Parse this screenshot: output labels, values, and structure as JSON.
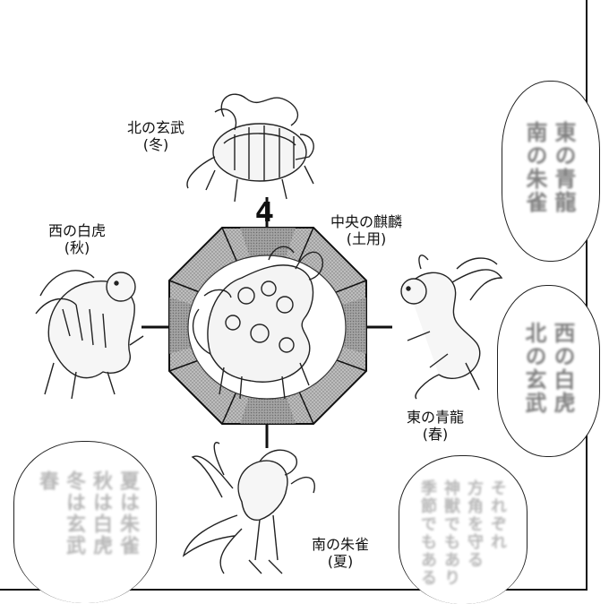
{
  "labels": {
    "north": {
      "name": "北の玄武",
      "season": "(冬)"
    },
    "center": {
      "name": "中央の麒麟",
      "season": "(土用)"
    },
    "west": {
      "name": "西の白虎",
      "season": "(秋)"
    },
    "east": {
      "name": "東の青龍",
      "season": "(春)"
    },
    "south": {
      "name": "南の朱雀",
      "season": "(夏)"
    }
  },
  "center_mark": "4",
  "balloons": {
    "top_right": {
      "col1": "東の青龍",
      "col2": "南の朱雀"
    },
    "mid_right": {
      "col1": "西の白虎",
      "col2": "北の玄武"
    },
    "bottom_left": {
      "col1": "夏は朱雀",
      "col2": "秋は白虎",
      "col3": "冬は玄武",
      "col4": "春"
    },
    "bottom_center": {
      "col1": "それぞれ",
      "col2": "方角を守る",
      "col3": "神獣でもあり",
      "col4": "季節でもある"
    }
  }
}
